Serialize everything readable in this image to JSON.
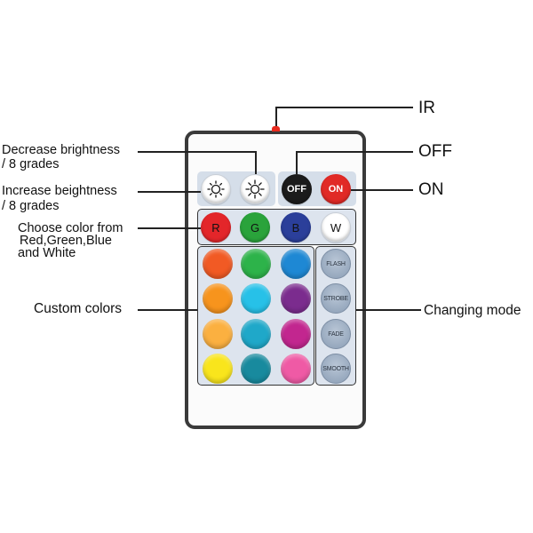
{
  "labels": {
    "ir": "IR",
    "off": "OFF",
    "on": "ON",
    "decrease_1": "Decrease brightness",
    "decrease_2": "/ 8 grades",
    "increase_1": "Increase beightness",
    "increase_2": "/ 8 grades",
    "choose_1": "Choose color from",
    "choose_2": "Red,Green,Blue",
    "choose_3": "and White",
    "custom": "Custom colors",
    "changing": "Changing mode"
  },
  "buttons": {
    "off": "OFF",
    "on": "ON",
    "r": "R",
    "g": "G",
    "b": "B",
    "w": "W",
    "flash": "FLASH",
    "strobe": "STROBE",
    "fade": "FADE",
    "smooth": "SMOOTH"
  },
  "colors": {
    "red": "#e3262a",
    "green": "#2aa33b",
    "blue": "#2b3f9a",
    "off_bg": "#1b1b1b",
    "on_bg": "#e12a26",
    "custom": [
      "#f15a24",
      "#2db34a",
      "#1e88d4",
      "#f7941d",
      "#27c1e8",
      "#7b2c8e",
      "#fbb040",
      "#1fa8c9",
      "#c2268f",
      "#f9e51c",
      "#188a9e",
      "#ef5aa5"
    ]
  }
}
